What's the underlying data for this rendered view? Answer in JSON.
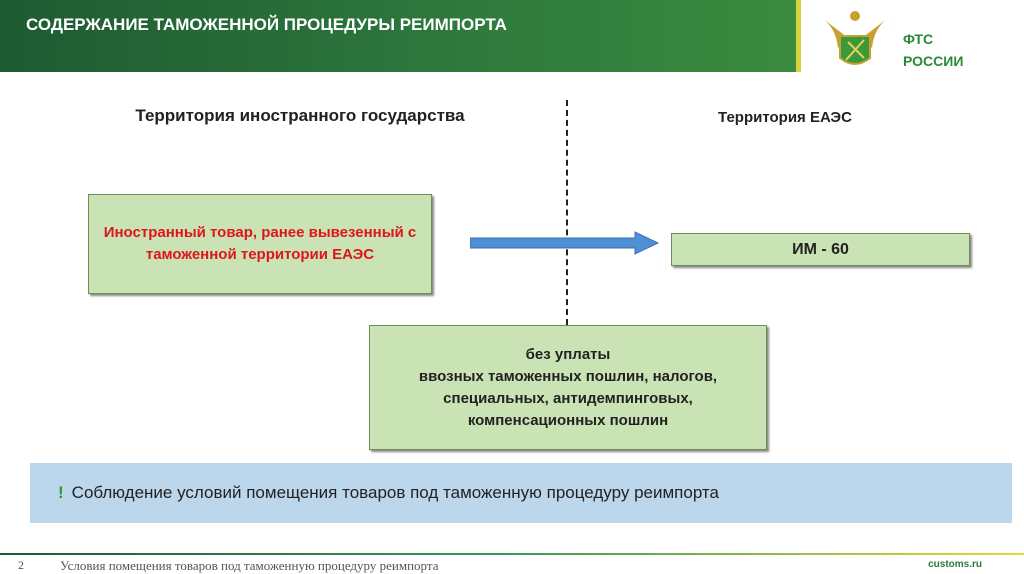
{
  "header": {
    "title": "СОДЕРЖАНИЕ ТАМОЖЕННОЙ ПРОЦЕДУРЫ РЕИМПОРТА",
    "org_line1": "ФТС",
    "org_line2": "РОССИИ"
  },
  "territories": {
    "foreign": "Территория иностранного государства",
    "eaeu": "Территория ЕАЭС"
  },
  "boxes": {
    "goods": "Иностранный товар, ранее вывезенный с таможенной территории ЕАЭС",
    "code": "ИМ - 60",
    "conditions_line1": "без уплаты",
    "conditions_rest": "ввозных таможенных пошлин, налогов, специальных, антидемпинговых, компенсационных пошлин"
  },
  "note": {
    "mark": "!",
    "text": "Соблюдение условий помещения товаров под таможенную процедуру реимпорта"
  },
  "footer": {
    "page": "2",
    "text": "Условия помещения товаров под таможенную процедуру реимпорта",
    "site": "customs.ru"
  },
  "colors": {
    "header": "#2f7a3d",
    "box": "#c9e3b5",
    "note": "#bcd6ec",
    "arrow": "#4f8fd6",
    "red": "#e0141b"
  }
}
